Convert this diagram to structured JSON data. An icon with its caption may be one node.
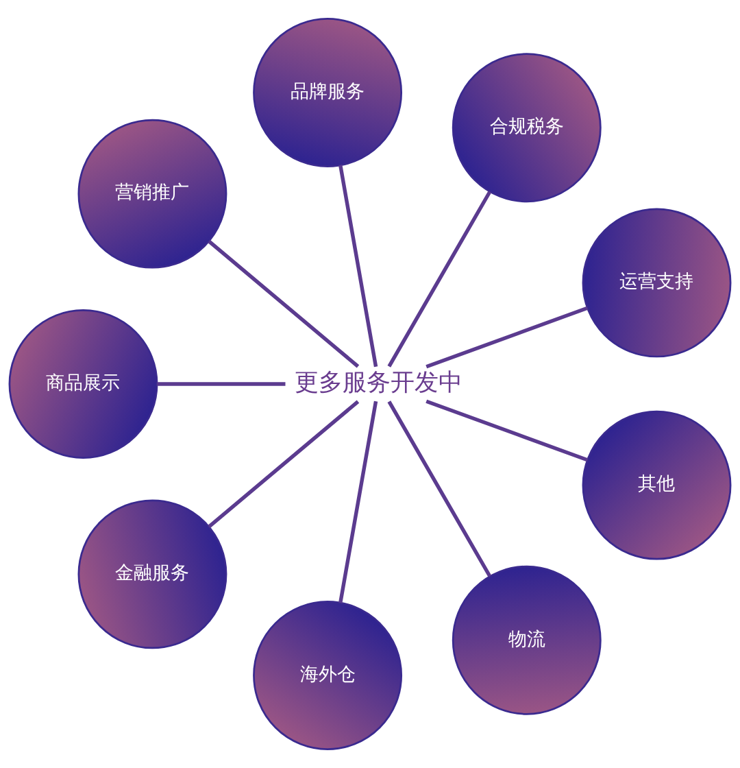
{
  "diagram": {
    "nodes": [
      {
        "text": [
          "更多服务开发中"
        ]
      },
      {
        "text": [
          "运营支持"
        ]
      },
      {
        "text": [
          "合规税务"
        ]
      },
      {
        "text": [
          "品牌服务"
        ]
      },
      {
        "text": [
          "营销推广"
        ]
      },
      {
        "text": [
          "商品展示"
        ]
      },
      {
        "text": [
          "金融服务"
        ]
      },
      {
        "text": [
          "海外仓"
        ]
      },
      {
        "text": [
          "物流"
        ]
      },
      {
        "text": [
          "其他"
        ]
      }
    ],
    "edges": [
      {
        "from": 0,
        "to": 1,
        "arrow": "none"
      },
      {
        "from": 0,
        "to": 2,
        "arrow": "none"
      },
      {
        "from": 0,
        "to": 3,
        "arrow": "none"
      },
      {
        "from": 0,
        "to": 4,
        "arrow": "none"
      },
      {
        "from": 0,
        "to": 5,
        "arrow": "none"
      },
      {
        "from": 0,
        "to": 6,
        "arrow": "none"
      },
      {
        "from": 0,
        "to": 7,
        "arrow": "none"
      },
      {
        "from": 0,
        "to": 8,
        "arrow": "none"
      },
      {
        "from": 0,
        "to": 9,
        "arrow": "none"
      }
    ]
  }
}
